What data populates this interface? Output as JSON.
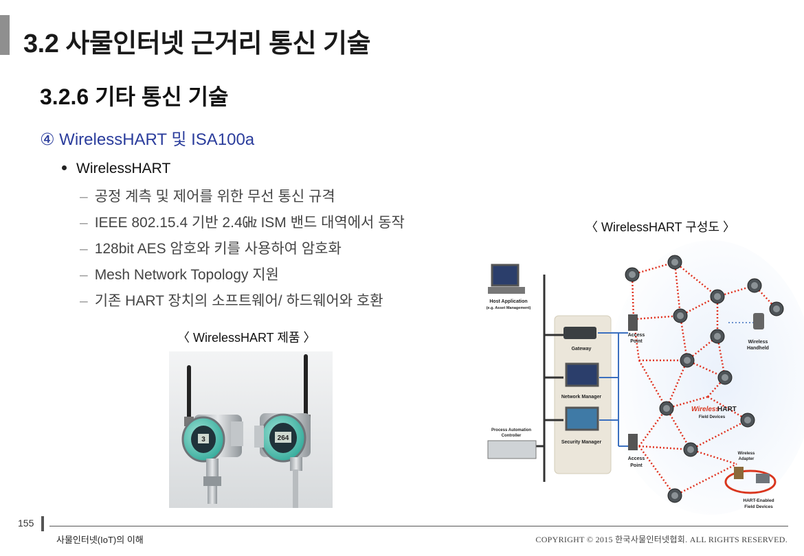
{
  "title": "3.2 사물인터넷 근거리 통신 기술",
  "subtitle": "3.2.6 기타 통신 기술",
  "section": "④ WirelessHART 및 ISA100a",
  "bullet": "WirelessHART",
  "items": [
    "공정 계측 및 제어를 위한 무선 통신 규격",
    "IEEE 802.15.4 기반 2.4㎓ ISM 밴드 대역에서 동작",
    "128bit AES 암호와 키를 사용하여 암호화",
    "Mesh Network Topology 지원",
    "기존 HART 장치의 소프트웨어/ 하드웨어와 호환"
  ],
  "product_caption": "〈 WirelessHART 제품 〉",
  "diagram_caption": "〈 WirelessHART 구성도 〉",
  "product": {
    "display_left": "3",
    "display_right": "264"
  },
  "diagram": {
    "host": "Host Application",
    "host_sub": "(e.g. Asset Management)",
    "gateway": "Gateway",
    "network_manager": "Network Manager",
    "security_manager": "Security Manager",
    "process": "Process Automation",
    "process_2": "Controller",
    "access": "Access",
    "point": "Point",
    "wireless": "Wireless",
    "handheld": "Handheld",
    "brand_wireless": "Wireless",
    "brand_hart": "HART",
    "field_devices": "Field Devices",
    "adapter": "Adapter",
    "hart_enabled": "HART-Enabled",
    "colors": {
      "mesh": "#e0301e",
      "link": "#3a6fbf",
      "accent": "#d9361e"
    }
  },
  "footer": {
    "page": "155",
    "left": "사물인터넷(IoT)의 이해",
    "right": "COPYRIGHT © 2015 한국사물인터넷협회. ALL RIGHTS RESERVED."
  }
}
